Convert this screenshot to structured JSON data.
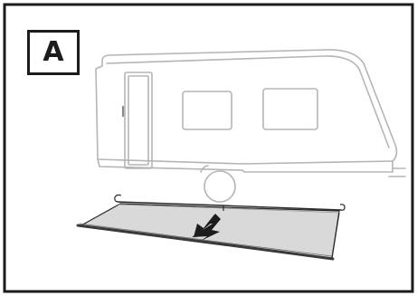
{
  "step": {
    "label": "A"
  },
  "colors": {
    "border": "#1c1c1c",
    "caravan_outline": "#b5b5b5",
    "skirt_fill": "#d9d9d9",
    "skirt_edge": "#2a2a2a",
    "arrow": "#1c1c1c"
  },
  "illustration": {
    "subject": "caravan-with-awning-skirt-panel",
    "action_arrow": "downward-diagonal-arrow"
  }
}
